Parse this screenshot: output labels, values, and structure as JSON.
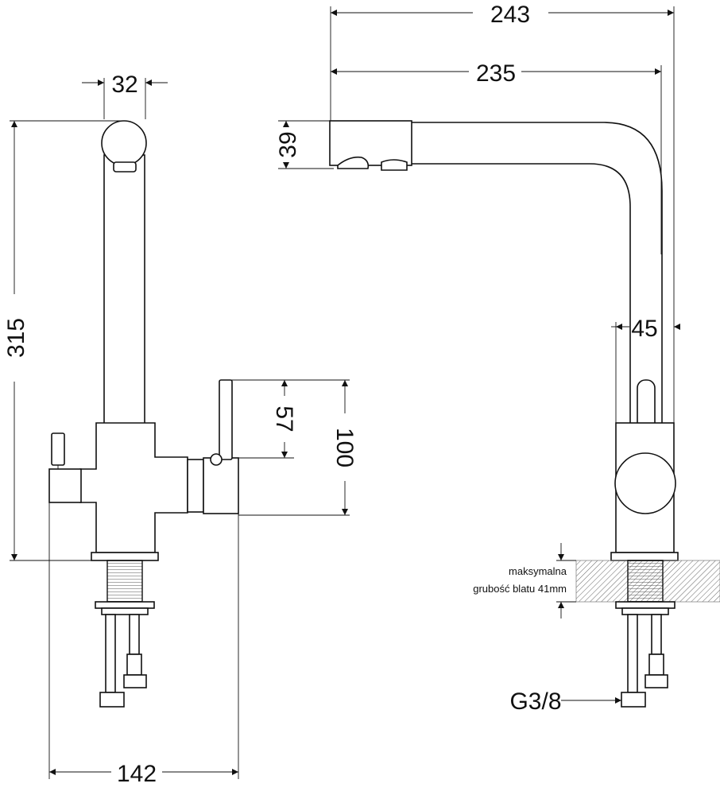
{
  "dimensions": {
    "top_width": "32",
    "total_height": "315",
    "lever_height": "57",
    "body_height": "100",
    "base_width": "142",
    "spout_reach_total": "243",
    "spout_reach": "235",
    "spout_head_height": "39",
    "body_diameter": "45",
    "thread_size": "G3/8"
  },
  "note": {
    "line1": "maksymalna",
    "line2": "grubość blatu 41mm"
  }
}
